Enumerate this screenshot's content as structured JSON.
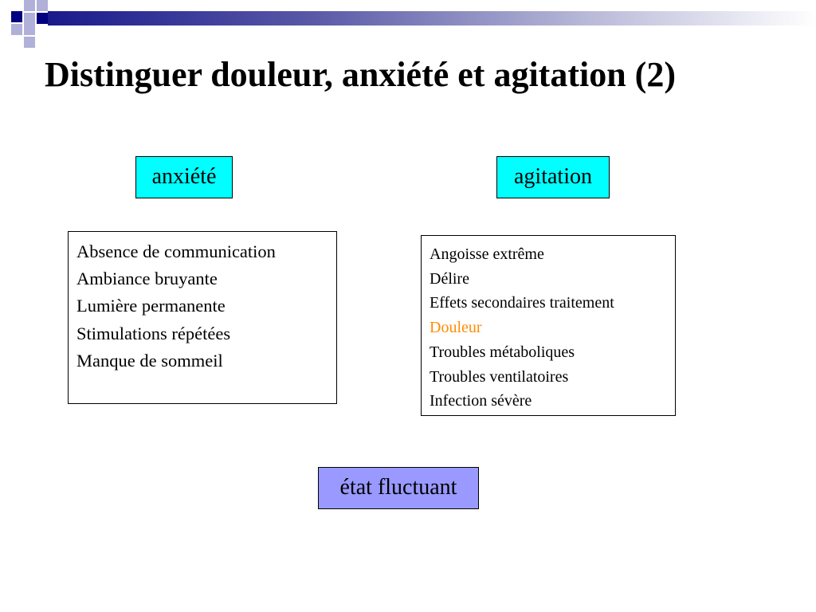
{
  "slide": {
    "title": "Distinguer douleur, anxiété et agitation (2)"
  },
  "boxes": {
    "anxiete": "anxiété",
    "agitation": "agitation",
    "etat": "état fluctuant"
  },
  "lists": {
    "anxiete_causes": [
      "Absence de communication",
      "Ambiance bruyante",
      "Lumière permanente",
      "Stimulations répétées",
      "Manque de sommeil"
    ],
    "agitation_causes": [
      "Angoisse extrême",
      "Délire",
      "Effets secondaires traitement",
      "Douleur",
      "Troubles métaboliques",
      "Troubles ventilatoires",
      "Infection sévère"
    ]
  },
  "colors": {
    "label_fill": "#00ffff",
    "state_fill": "#9999ff",
    "highlight_text": "#ff8c00",
    "header_bar": "#1a1a8c"
  }
}
